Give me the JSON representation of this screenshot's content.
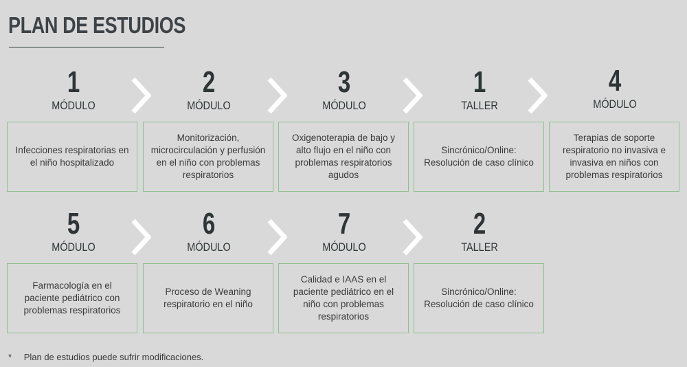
{
  "title": "PLAN DE ESTUDIOS",
  "rows": [
    {
      "items": [
        {
          "number": "1",
          "label": "MÓDULO",
          "text": "Infecciones respiratorias en el niño hospitalizado"
        },
        {
          "number": "2",
          "label": "MÓDULO",
          "text": "Monitorización, microcirculación y perfusión en el niño con problemas respiratorios"
        },
        {
          "number": "3",
          "label": "MÓDULO",
          "text": "Oxigenoterapia de bajo y alto flujo en el niño con problemas respiratorios agudos"
        },
        {
          "number": "1",
          "label": "TALLER",
          "text": "Sincrónico/Online: Resolución de caso clínico"
        },
        {
          "number": "4",
          "label": "MÓDULO",
          "text": "Terapias de soporte respiratorio no invasiva e invasiva en niños con problemas respiratorios"
        }
      ]
    },
    {
      "items": [
        {
          "number": "5",
          "label": "MÓDULO",
          "text": "Farmacología en el paciente pediátrico con problemas respiratorios"
        },
        {
          "number": "6",
          "label": "MÓDULO",
          "text": "Proceso de Weaning respiratorio en el niño"
        },
        {
          "number": "7",
          "label": "MÓDULO",
          "text": "Calidad e IAAS en el paciente pediátrico en el niño con problemas respiratorios"
        },
        {
          "number": "2",
          "label": "TALLER",
          "text": "Sincrónico/Online: Resolución de caso clínico"
        }
      ]
    }
  ],
  "note": {
    "marker": "*",
    "text": "Plan de estudios puede sufrir modificaciones."
  },
  "colors": {
    "background": "#d9d9d9",
    "box_border": "#8fbf8f",
    "chevron": "#ffffff",
    "heading": "#2f3537"
  }
}
